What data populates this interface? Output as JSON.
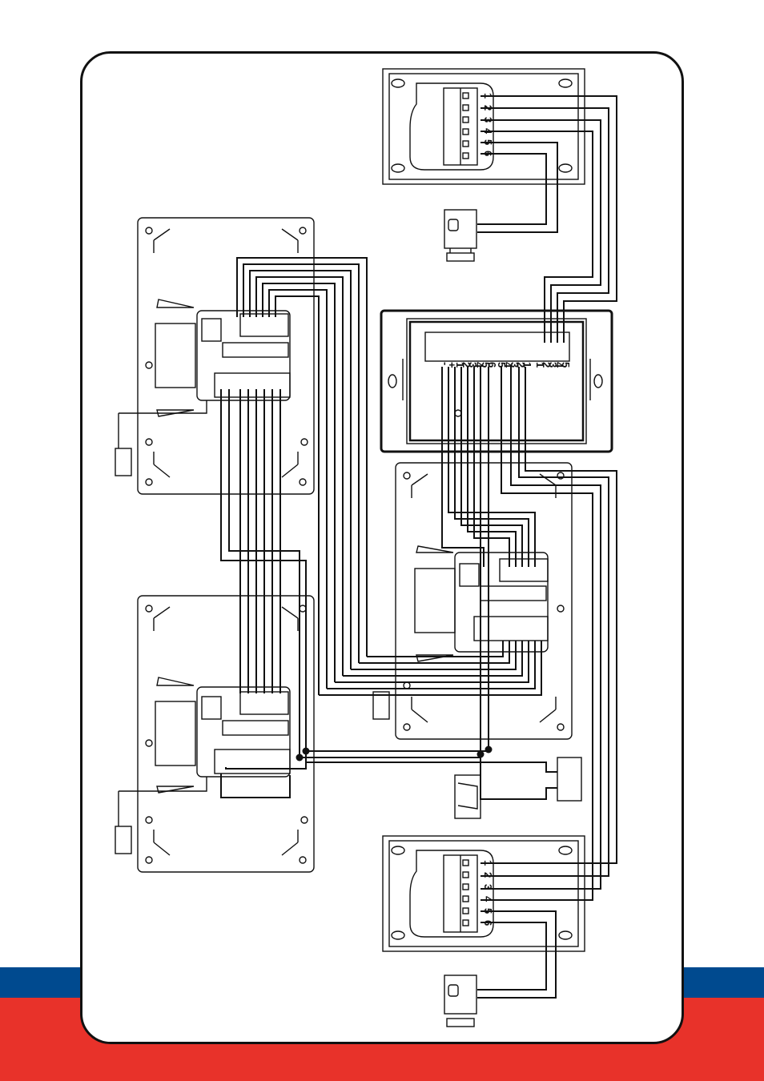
{
  "outdoor_station_top": {
    "terminals": [
      "1",
      "2",
      "3",
      "4",
      "5",
      "6"
    ]
  },
  "outdoor_station_bottom": {
    "terminals": [
      "1",
      "2",
      "3",
      "4",
      "5",
      "6"
    ]
  },
  "distributor": {
    "power_labels": [
      "-",
      "+"
    ],
    "group_a": [
      "1",
      "2",
      "3",
      "4",
      "5",
      "6"
    ],
    "group_b": [
      "5",
      "4",
      "3",
      "2",
      "1"
    ],
    "group_c": [
      "1",
      "2",
      "3",
      "4",
      "5"
    ]
  },
  "colors": {
    "band_blue": "#004a8f",
    "band_red": "#e8322a",
    "line": "#111111"
  }
}
